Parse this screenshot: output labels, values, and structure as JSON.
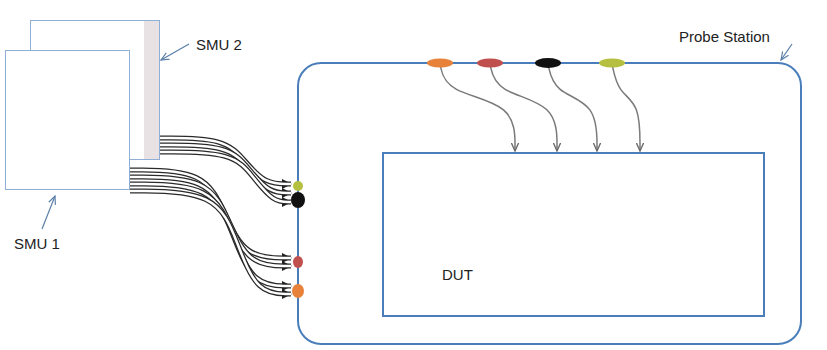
{
  "diagram": {
    "nodes": [
      {
        "text": [
          "SMU 1"
        ]
      },
      {
        "text": [
          "SMU 2"
        ]
      },
      {
        "text": [
          "Probe Station"
        ]
      },
      {
        "text": [
          "DUT"
        ],
        "in": 2
      }
    ],
    "edges": [
      {
        "from": 0,
        "to": 2,
        "arrow": "to"
      },
      {
        "from": 1,
        "to": 2,
        "arrow": "to"
      },
      {
        "from": 2,
        "to": 3,
        "arrow": "to"
      },
      {
        "from": 2,
        "to": 3,
        "arrow": "to"
      },
      {
        "from": 2,
        "to": 3,
        "arrow": "to"
      },
      {
        "from": 2,
        "to": 3,
        "arrow": "to"
      }
    ]
  }
}
